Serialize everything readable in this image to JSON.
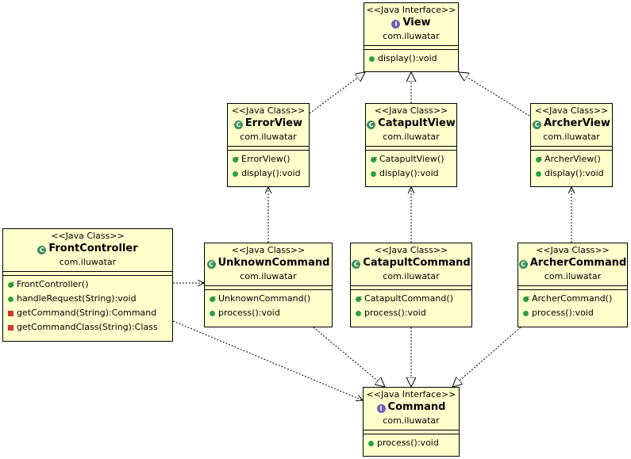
{
  "stereotype_class": "<<Java Class>>",
  "stereotype_interface": "<<Java Interface>>",
  "package": "com.iluwatar",
  "classes": {
    "view": {
      "name": "View",
      "kind": "interface",
      "ops": [
        "display():void"
      ]
    },
    "error_view": {
      "name": "ErrorView",
      "kind": "class",
      "ops": [
        "ErrorView()",
        "display():void"
      ]
    },
    "catapult_view": {
      "name": "CatapultView",
      "kind": "class",
      "ops": [
        "CatapultView()",
        "display():void"
      ]
    },
    "archer_view": {
      "name": "ArcherView",
      "kind": "class",
      "ops": [
        "ArcherView()",
        "display():void"
      ]
    },
    "front_controller": {
      "name": "FrontController",
      "kind": "class",
      "ops": [
        "FrontController()",
        "handleRequest(String):void",
        "getCommand(String):Command",
        "getCommandClass(String):Class"
      ]
    },
    "unknown_command": {
      "name": "UnknownCommand",
      "kind": "class",
      "ops": [
        "UnknownCommand()",
        "process():void"
      ]
    },
    "catapult_command": {
      "name": "CatapultCommand",
      "kind": "class",
      "ops": [
        "CatapultCommand()",
        "process():void"
      ]
    },
    "archer_command": {
      "name": "ArcherCommand",
      "kind": "class",
      "ops": [
        "ArcherCommand()",
        "process():void"
      ]
    },
    "command": {
      "name": "Command",
      "kind": "interface",
      "ops": [
        "process():void"
      ]
    }
  },
  "icons": {
    "class_glyph": "C",
    "interface_glyph": "I",
    "colors": {
      "class": "#3e8d5a",
      "interface": "#6a5fb3",
      "public": "#2e9e4a",
      "private": "#d0343a",
      "box_fill": "#ffffcc"
    }
  },
  "relations": [
    {
      "from": "ErrorView",
      "to": "View",
      "type": "realization"
    },
    {
      "from": "CatapultView",
      "to": "View",
      "type": "realization"
    },
    {
      "from": "ArcherView",
      "to": "View",
      "type": "realization"
    },
    {
      "from": "UnknownCommand",
      "to": "Command",
      "type": "realization"
    },
    {
      "from": "CatapultCommand",
      "to": "Command",
      "type": "realization"
    },
    {
      "from": "ArcherCommand",
      "to": "Command",
      "type": "realization"
    },
    {
      "from": "UnknownCommand",
      "to": "ErrorView",
      "type": "dependency"
    },
    {
      "from": "CatapultCommand",
      "to": "CatapultView",
      "type": "dependency"
    },
    {
      "from": "ArcherCommand",
      "to": "ArcherView",
      "type": "dependency"
    },
    {
      "from": "FrontController",
      "to": "UnknownCommand",
      "type": "dependency"
    },
    {
      "from": "FrontController",
      "to": "Command",
      "type": "dependency"
    }
  ]
}
